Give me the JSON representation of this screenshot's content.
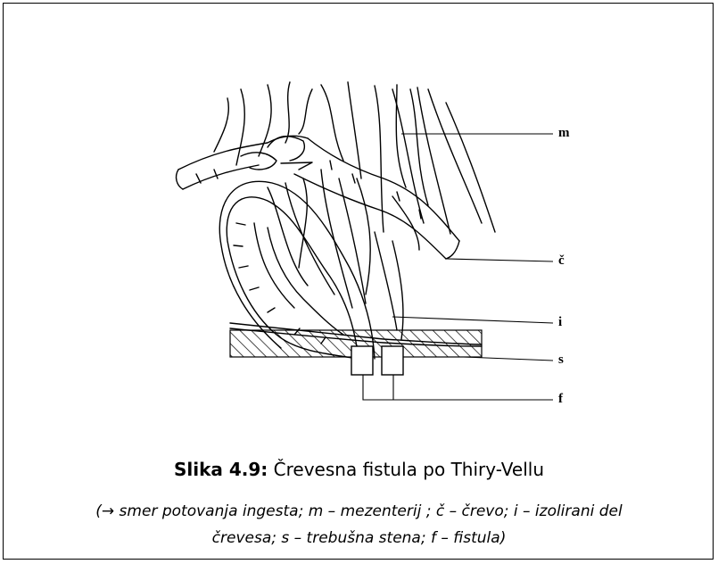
{
  "labels": {
    "m": "m",
    "c": "č",
    "i": "i",
    "s": "s",
    "f": "f"
  },
  "caption": {
    "prefix": "Slika 4.9:",
    "text": " Črevesna fistula po Thiry-Vellu"
  },
  "note": {
    "line1": "(→ smer potovanja ingesta; m – mezenterij ; č – črevo; i – izolirani del",
    "line2": "črevesa; s – trebušna stena; f – fistula)"
  },
  "colors": {
    "ink": "#000000",
    "background": "#ffffff"
  }
}
